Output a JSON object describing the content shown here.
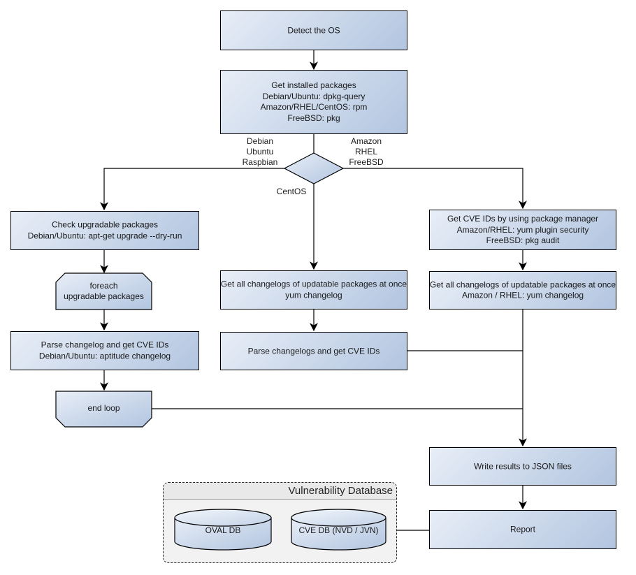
{
  "colors": {
    "canvas": "#ffffff",
    "node-grad-start": "#e8eef7",
    "node-grad-end": "#b2c5e0",
    "node-border": "#000000",
    "line": "#000000",
    "text": "#1a1a1a",
    "group-fill": "#f2f2f2",
    "group-title-fill": "#e9e9e9"
  },
  "nodes": {
    "detect_os": {
      "label": "Detect the OS"
    },
    "get_installed_packages": {
      "label": "Get installed packages\nDebian/Ubuntu: dpkg-query\nAmazon/RHEL/CentOS: rpm\nFreeBSD: pkg"
    },
    "check_upgradable": {
      "label": "Check upgradable packages\nDebian/Ubuntu: apt-get upgrade --dry-run"
    },
    "foreach_loop": {
      "label": "foreach\nupgradable  packages"
    },
    "parse_changelog": {
      "label": "Parse changelog and get  CVE IDs\nDebian/Ubuntu: aptitude changelog"
    },
    "end_loop": {
      "label": "end loop"
    },
    "centos_changelogs": {
      "label": "Get all changelogs of updatable packages at once\nyum changelog"
    },
    "parse_changelogs": {
      "label": "Parse changelogs and get CVE IDs"
    },
    "get_cve_ids_pkg_manager": {
      "label": "Get CVE IDs by using package manager\nAmazon/RHEL: yum plugin security\nFreeBSD: pkg audit"
    },
    "amazon_changelogs": {
      "label": "Get all changelogs of updatable packages at once\nAmazon / RHEL: yum changelog"
    },
    "write_json": {
      "label": "Write results to JSON files"
    },
    "report": {
      "label": "Report"
    }
  },
  "branch_labels": {
    "debian_branch": "Debian\nUbuntu\nRaspbian",
    "amazon_branch": "Amazon\nRHEL\nFreeBSD",
    "centos_branch": "CentOS"
  },
  "database_group": {
    "title": "Vulnerability Database",
    "cylinders": [
      {
        "label": "OVAL DB"
      },
      {
        "label": "CVE DB (NVD / JVN)"
      }
    ]
  }
}
